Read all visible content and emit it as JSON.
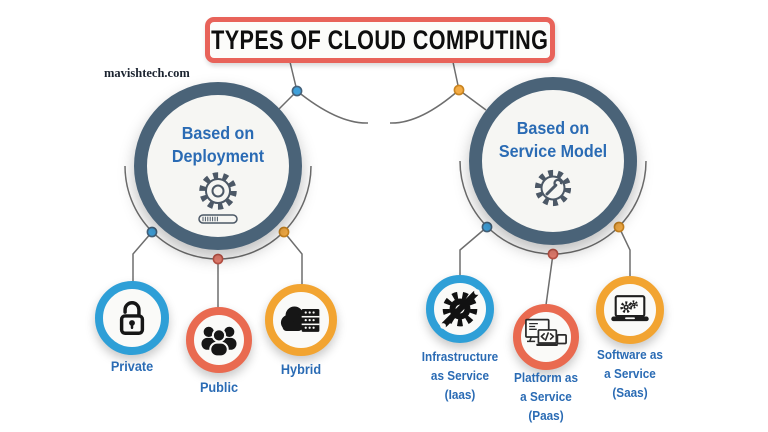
{
  "title": "TYPES OF CLOUD COMPUTING",
  "watermark": "mavishtech.com",
  "colors": {
    "title_border": "#E8635A",
    "big_ring": "#4A6378",
    "text_blue": "#2A6BB4",
    "node_blue": "#2E9FD7",
    "node_red": "#E96A50",
    "node_orange": "#F2A431",
    "connector": "#6e6e6e",
    "icon_black": "#161616"
  },
  "branches": [
    {
      "label": "Based on\nDeployment",
      "icon": "gear-icon",
      "children": [
        {
          "label": "Private",
          "icon": "open-lock-icon",
          "ring": "#2E9FD7"
        },
        {
          "label": "Public",
          "icon": "people-group-icon",
          "ring": "#E96A50"
        },
        {
          "label": "Hybrid",
          "icon": "cloud-server-icon",
          "ring": "#F2A431"
        }
      ]
    },
    {
      "label": "Based on\nService Model",
      "icon": "gear-wrench-icon",
      "children": [
        {
          "label": "Infrastructure\nas Service\n(Iaas)",
          "icon": "gear-tools-icon",
          "ring": "#2E9FD7"
        },
        {
          "label": "Platform as\na Service\n(Paas)",
          "icon": "devices-code-icon",
          "ring": "#E96A50"
        },
        {
          "label": "Software as\na Service\n(Saas)",
          "icon": "laptop-gear-icon",
          "ring": "#F2A431"
        }
      ]
    }
  ]
}
